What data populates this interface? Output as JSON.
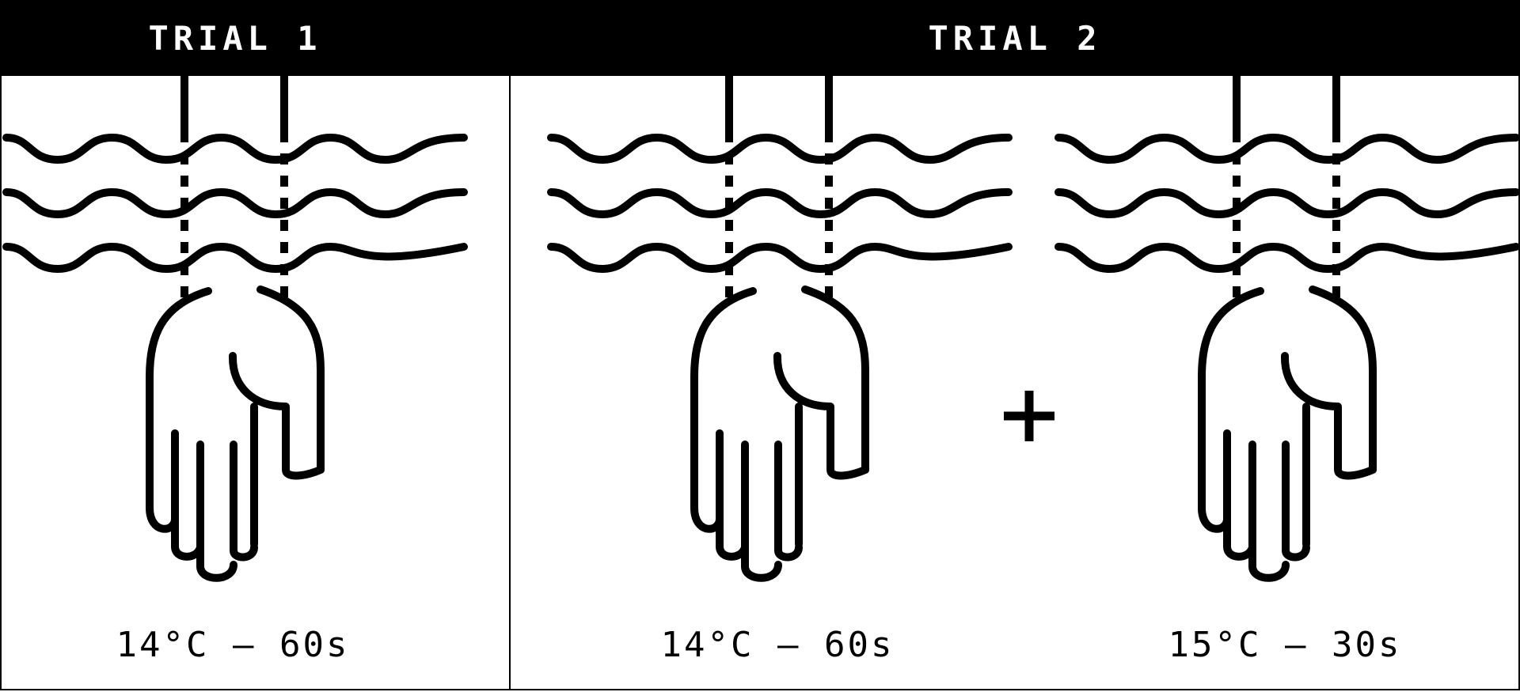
{
  "trials": [
    {
      "title": "TRIAL 1",
      "conditions": [
        {
          "temperature": "14°C",
          "duration": "60s",
          "label": "14°C — 60s"
        }
      ]
    },
    {
      "title": "TRIAL 2",
      "conditions": [
        {
          "temperature": "14°C",
          "duration": "60s",
          "label": "14°C — 60s"
        },
        {
          "temperature": "15°C",
          "duration": "30s",
          "label": "15°C — 30s"
        }
      ],
      "combine_symbol": "+"
    }
  ],
  "colors": {
    "ink": "#000000",
    "background": "#ffffff"
  },
  "icons": [
    "water-waves-icon",
    "hand-icon",
    "plus-icon"
  ]
}
